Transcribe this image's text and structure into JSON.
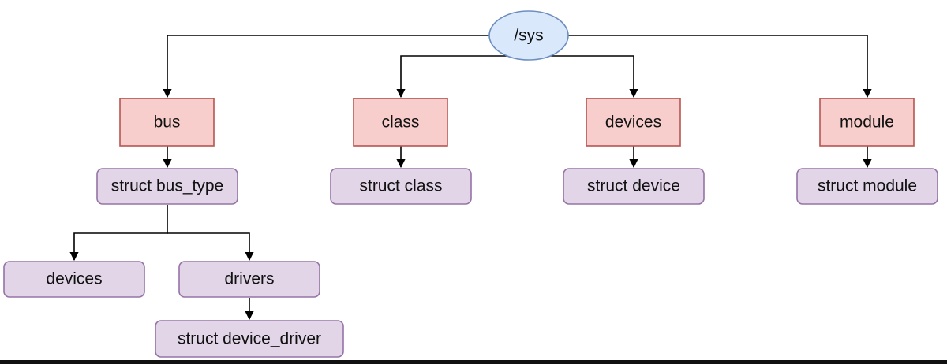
{
  "diagram": {
    "root": {
      "id": "sys",
      "label": "/sys"
    },
    "top_level": [
      {
        "id": "bus",
        "label": "bus"
      },
      {
        "id": "class",
        "label": "class"
      },
      {
        "id": "devices",
        "label": "devices"
      },
      {
        "id": "module",
        "label": "module"
      }
    ],
    "structs": [
      {
        "id": "struct-bus-type",
        "label": "struct bus_type"
      },
      {
        "id": "struct-class",
        "label": "struct class"
      },
      {
        "id": "struct-device",
        "label": "struct device"
      },
      {
        "id": "struct-module",
        "label": "struct module"
      }
    ],
    "bus_children": [
      {
        "id": "bus-devices",
        "label": "devices"
      },
      {
        "id": "bus-drivers",
        "label": "drivers"
      }
    ],
    "driver_struct": {
      "id": "struct-device-driver",
      "label": "struct device_driver"
    },
    "colors": {
      "root_fill": "#dae8fc",
      "root_stroke": "#6c8ebf",
      "dir_fill": "#f8cecc",
      "dir_stroke": "#b85450",
      "struct_fill": "#e1d5e7",
      "struct_stroke": "#9673a6",
      "line": "#000000"
    }
  }
}
